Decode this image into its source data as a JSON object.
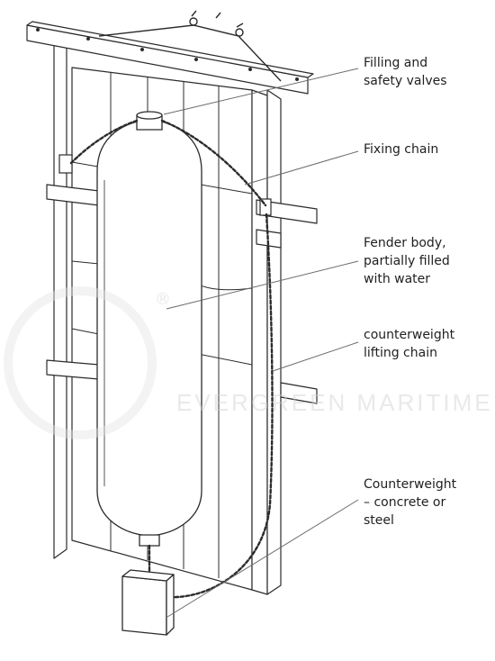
{
  "labels": {
    "filling_valves": "Filling and\nsafety valves",
    "fixing_chain": "Fixing chain",
    "fender_body": "Fender body,\npartially filled\nwith water",
    "lifting_chain": "counterweight\nlifting chain",
    "counterweight": "Counterweight\n– concrete or\nsteel"
  },
  "watermark": {
    "text": "EVERGREEN MARITIME",
    "registered": "®"
  },
  "colors": {
    "line": "#2b2b2b",
    "watermark": "#cfcfcf"
  }
}
